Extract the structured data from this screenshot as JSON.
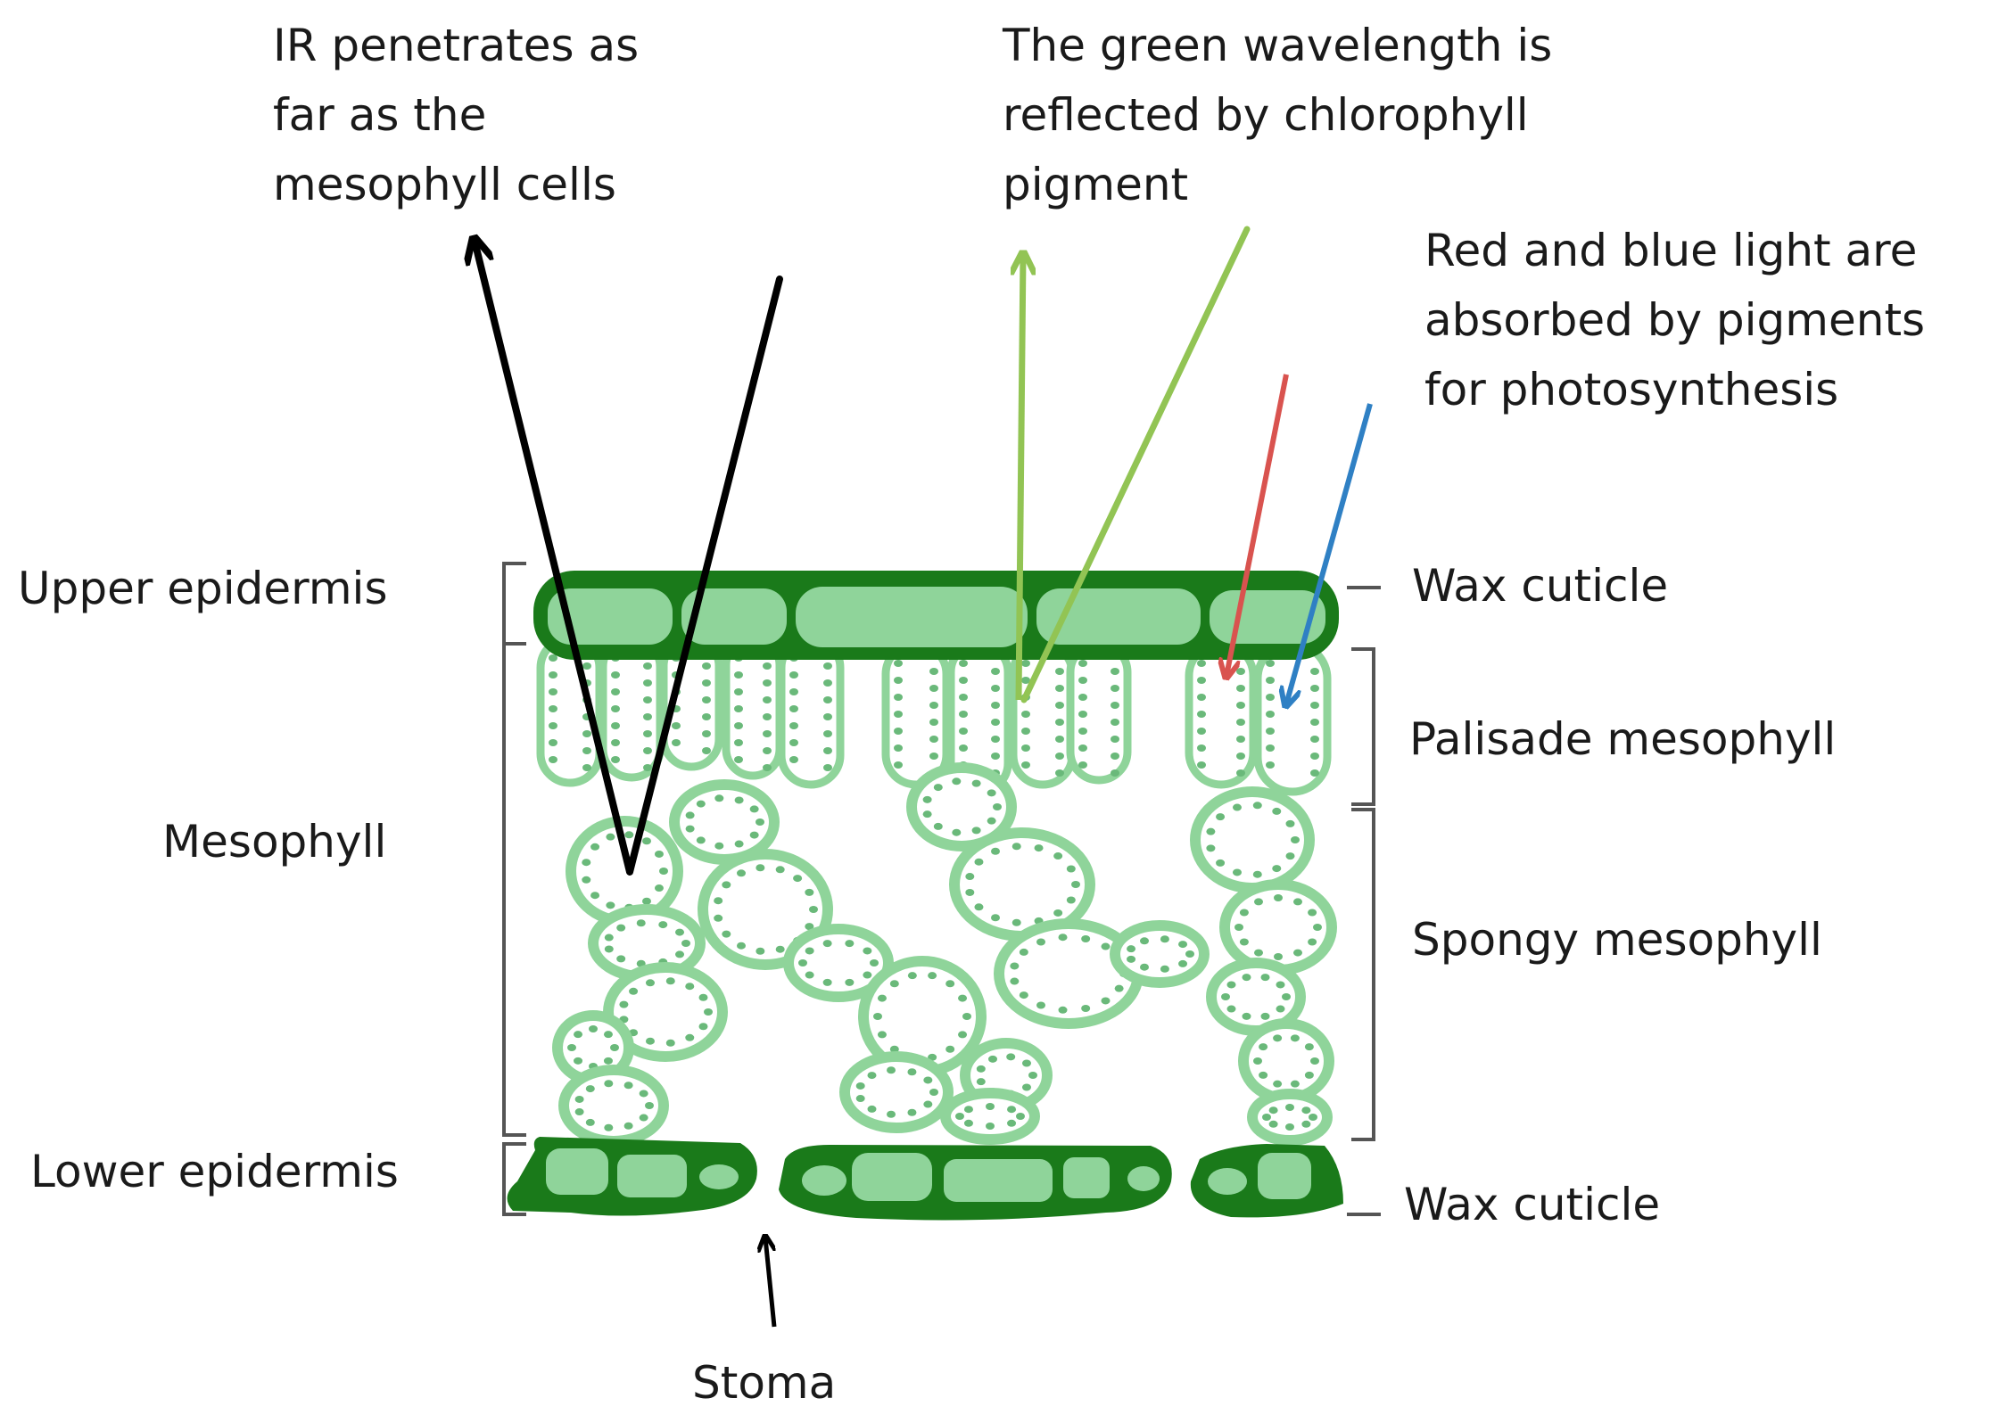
{
  "annotations": {
    "ir": [
      "IR penetrates as",
      "far as the",
      "mesophyll cells"
    ],
    "green": [
      "The green wavelength is",
      "reflected by chlorophyll",
      "pigment"
    ],
    "red_blue": [
      "Red and blue light are",
      "absorbed by pigments",
      "for photosynthesis"
    ]
  },
  "labels": {
    "upper_epidermis": "Upper epidermis",
    "mesophyll": "Mesophyll",
    "lower_epidermis": "Lower epidermis",
    "wax_cuticle_top": "Wax cuticle",
    "palisade": "Palisade mesophyll",
    "spongy": "Spongy mesophyll",
    "wax_cuticle_bottom": "Wax cuticle",
    "stoma": "Stoma"
  },
  "colors": {
    "dark_green": "#1a7a1a",
    "cell_fill": "#8fd49a",
    "spongy_fill": "#ffffff",
    "ir_arrow": "#000000",
    "green_arrow": "#92c454",
    "red_arrow": "#d9534f",
    "blue_arrow": "#2f80c4"
  }
}
